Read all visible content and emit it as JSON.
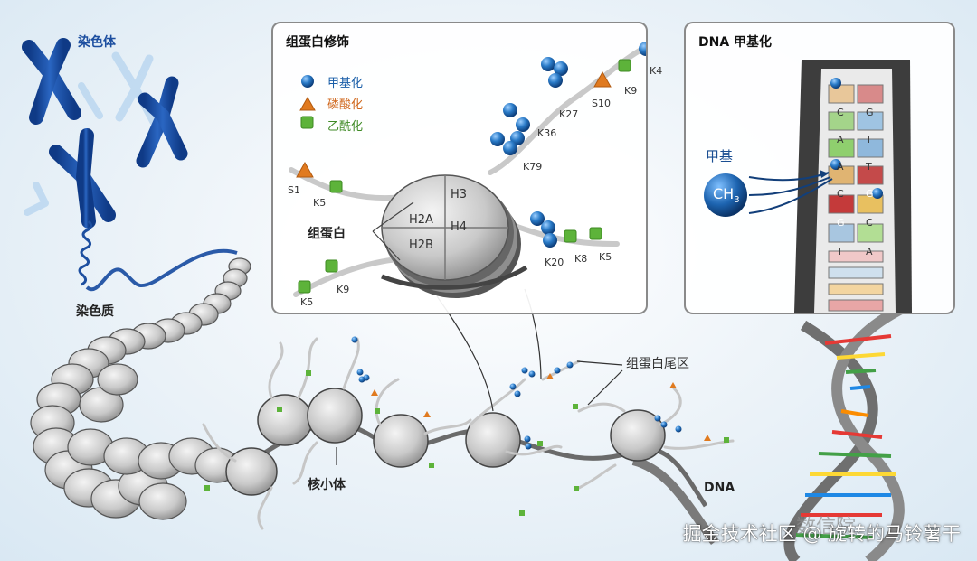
{
  "top_labels": {
    "chromosome": "染色体",
    "chromatin": "染色质",
    "nucleosome": "核小体",
    "histone_tail": "组蛋白尾区",
    "dna": "DNA"
  },
  "histone_panel": {
    "title": "组蛋白修饰",
    "legend": [
      {
        "label": "甲基化",
        "shape": "blue-sphere",
        "color": "#1a6fb5"
      },
      {
        "label": "磷酸化",
        "shape": "orange-triangle",
        "color": "#e07a1f"
      },
      {
        "label": "乙酰化",
        "shape": "green-square",
        "color": "#5db33a"
      }
    ],
    "histone_label": "组蛋白",
    "core_labels": [
      "H3",
      "H2A",
      "H4",
      "H2B"
    ],
    "sites": [
      "K4",
      "K9",
      "S10",
      "K27",
      "K36",
      "K79",
      "S1",
      "K5",
      "K20",
      "K8",
      "K5",
      "K9",
      "K5"
    ]
  },
  "dna_panel": {
    "title": "DNA 甲基化",
    "methyl_label": "甲基",
    "ch3": "CH",
    "ch3_sub": "3",
    "bases": [
      "C",
      "G",
      "A",
      "T",
      "A",
      "T",
      "C",
      "G",
      "G",
      "C",
      "T",
      "A"
    ]
  },
  "watermark": "掘金技术社区 @ 旋转的马铃薯干",
  "watermark2": "数信院",
  "colors": {
    "methyl": "#1a6fb5",
    "phospho": "#e07a1f",
    "acetyl": "#5db33a",
    "chromosome": "#1d4fa0"
  }
}
